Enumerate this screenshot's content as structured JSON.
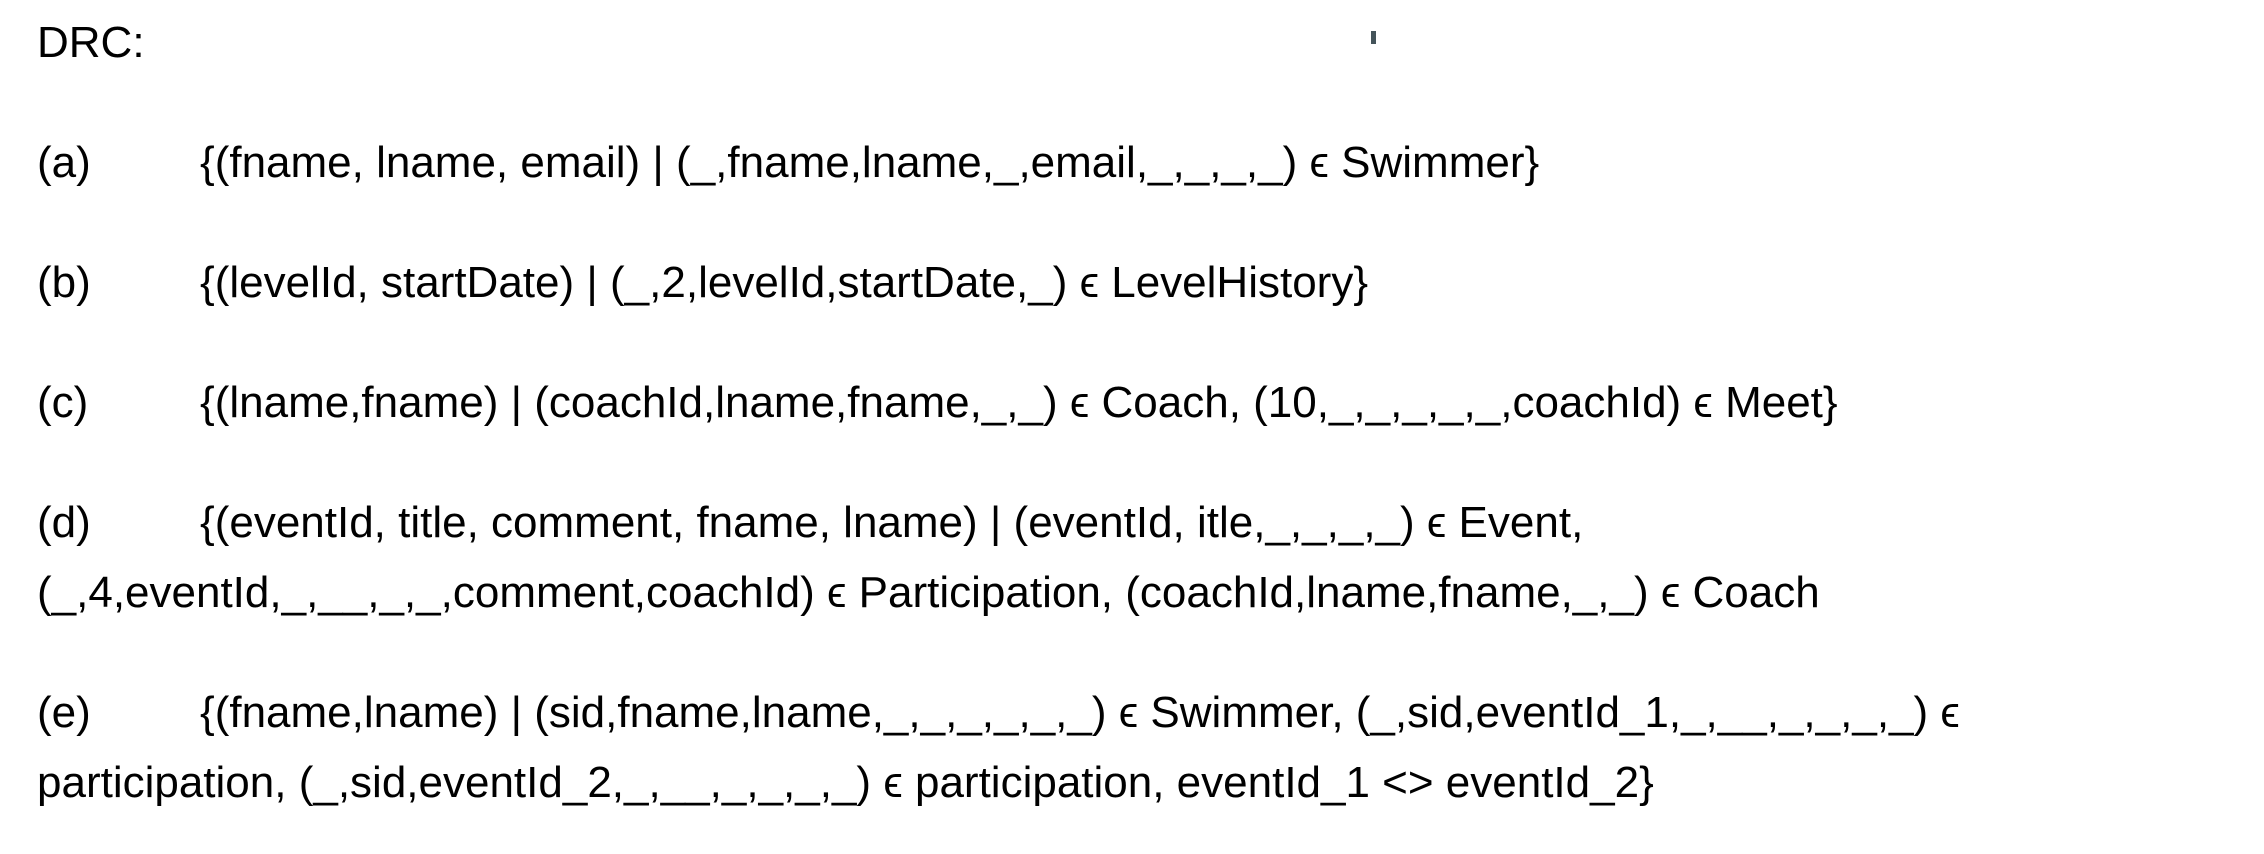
{
  "doc": {
    "title": "DRC:",
    "items": [
      {
        "label": "(a)",
        "lines": [
          "{(fname, lname, email) | (_,fname,lname,_,email,_,_,_,_) ϵ Swimmer}"
        ]
      },
      {
        "label": "(b)",
        "lines": [
          "{(levelId, startDate) | (_,2,levelId,startDate,_) ϵ LevelHistory}"
        ]
      },
      {
        "label": "(c)",
        "lines": [
          "{(lname,fname) | (coachId,lname,fname,_,_) ϵ Coach, (10,_,_,_,_,_,coachId) ϵ Meet}"
        ]
      },
      {
        "label": "(d)",
        "lines": [
          "{(eventId, title, comment, fname, lname) | (eventId, itle,_,_,_,_) ϵ Event,",
          "(_,4,eventId,_,__,_,_,comment,coachId) ϵ Participation, (coachId,lname,fname,_,_) ϵ Coach"
        ]
      },
      {
        "label": "(e)",
        "lines": [
          "{(fname,lname) | (sid,fname,lname,_,_,_,_,_,_) ϵ Swimmer, (_,sid,eventId_1,_,__,_,_,_,_) ϵ",
          "participation, (_,sid,eventId_2,_,__,_,_,_,_) ϵ participation, eventId_1 <> eventId_2}"
        ]
      }
    ],
    "stray_mark_color": "#44545a"
  }
}
